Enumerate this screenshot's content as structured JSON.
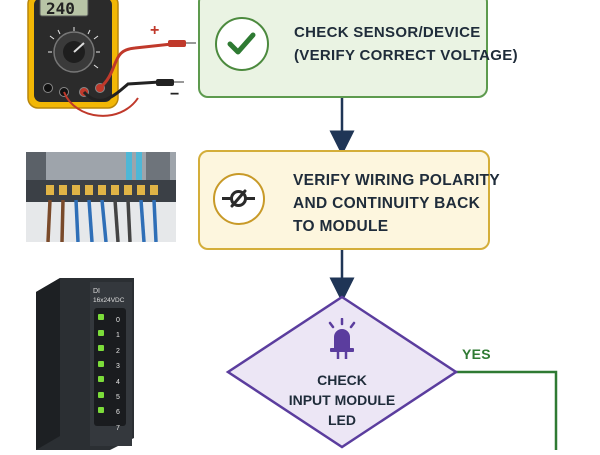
{
  "flow": {
    "step1": {
      "line1": "CHECK SENSOR/DEVICE",
      "line2": "(VERIFY CORRECT VOLTAGE)",
      "icon": "check-icon"
    },
    "step2": {
      "line1": "VERIFY WIRING POLARITY",
      "line2": "AND CONTINUITY BACK",
      "line3": "TO MODULE",
      "icon": "polarity-icon"
    },
    "decision": {
      "line1": "CHECK",
      "line2": "INPUT MODULE",
      "line3": "LED",
      "icon": "led-icon"
    },
    "yes_label": "YES"
  },
  "photos": {
    "multimeter": {
      "display": "240",
      "plus": "+",
      "minus": "−"
    },
    "module": {
      "title": "DI",
      "subtitle": "16x24VDC",
      "channels": [
        "0",
        "1",
        "2",
        "3",
        "4",
        "5",
        "6",
        "7"
      ]
    }
  },
  "colors": {
    "green_box_fill": "#eaf3e3",
    "green_box_border": "#5d9a4e",
    "yellow_box_fill": "#fdf6de",
    "yellow_box_border": "#d4ae3a",
    "purple_fill": "#ece6f5",
    "purple_border": "#5b3d9e",
    "arrow": "#1f3556",
    "yes_line": "#2f7a33",
    "led_green": "#7cdc3a"
  }
}
